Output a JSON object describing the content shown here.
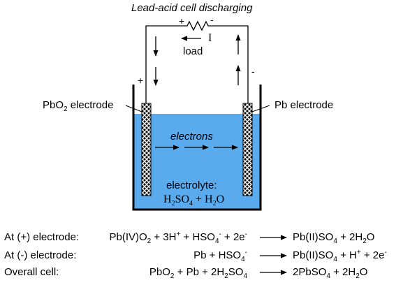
{
  "diagram": {
    "title": "Lead-acid cell discharging",
    "load_label": "load",
    "current_label": "I",
    "resistor_plus": "+",
    "resistor_minus": "-",
    "terminal_plus": "+",
    "terminal_minus": "-",
    "left_electrode": {
      "base": "PbO",
      "sub": "2",
      "rest": " electrode"
    },
    "right_electrode_label": "Pb electrode",
    "electrons_label": "electrons",
    "electrolyte_label": "electrolyte:",
    "electrolyte_formula": {
      "a": "H",
      "b": "2",
      "c": "SO",
      "d": "4",
      "e": " + H",
      "f": "2",
      "g": "O"
    },
    "colors": {
      "electrolyte": "#5aaaee",
      "line": "#000000",
      "background": "#ffffff"
    }
  },
  "equations": [
    {
      "label": "At (+) electrode:",
      "lhs": [
        {
          "t": "Pb(IV)O"
        },
        {
          "sub": "2"
        },
        {
          "t": " + 3H"
        },
        {
          "sup": "+"
        },
        {
          "t": " + HSO"
        },
        {
          "sub": "4"
        },
        {
          "sup": "-"
        },
        {
          "t": " + 2e"
        },
        {
          "sup": "-"
        }
      ],
      "rhs": [
        {
          "t": "Pb(II)SO"
        },
        {
          "sub": "4"
        },
        {
          "t": " + 2H"
        },
        {
          "sub": "2"
        },
        {
          "t": "O"
        }
      ]
    },
    {
      "label": "At (-) electrode:",
      "lhs": [
        {
          "t": "Pb + HSO"
        },
        {
          "sub": "4"
        },
        {
          "sup": "-"
        }
      ],
      "rhs": [
        {
          "t": "Pb(II)SO"
        },
        {
          "sub": "4"
        },
        {
          "t": " + H"
        },
        {
          "sup": "+"
        },
        {
          "t": " + 2e"
        },
        {
          "sup": "-"
        }
      ]
    },
    {
      "label": "Overall cell:",
      "lhs": [
        {
          "t": "PbO"
        },
        {
          "sub": "2"
        },
        {
          "t": " + Pb + 2H"
        },
        {
          "sub": "2"
        },
        {
          "t": "SO"
        },
        {
          "sub": "4"
        }
      ],
      "rhs": [
        {
          "t": "2PbSO"
        },
        {
          "sub": "4"
        },
        {
          "t": " + 2H"
        },
        {
          "sub": "2"
        },
        {
          "t": "O"
        }
      ]
    }
  ]
}
